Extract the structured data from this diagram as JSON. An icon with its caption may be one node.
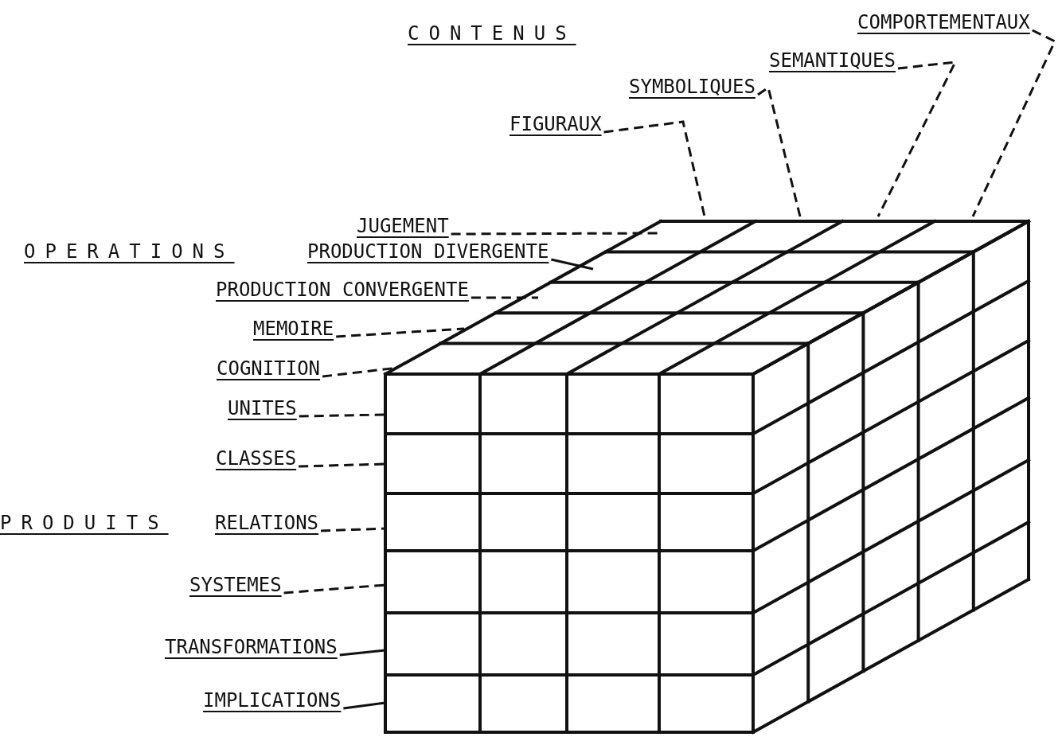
{
  "diagram": {
    "nodes": [
      {
        "text": [
          "COMPORTEMENTAUX"
        ]
      },
      {
        "text": [
          "SEMANTIQUES"
        ]
      },
      {
        "text": [
          "SYMBOLIQUES"
        ]
      },
      {
        "text": [
          "FIGURAUX"
        ]
      },
      {
        "text": [
          "JUGEMENT"
        ]
      },
      {
        "text": [
          "PRODUCTION DIVERGENTE"
        ]
      },
      {
        "text": [
          "PRODUCTION CONVERGENTE"
        ]
      },
      {
        "text": [
          "MEMOIRE"
        ]
      },
      {
        "text": [
          "COGNITION"
        ]
      },
      {
        "text": [
          "UNITES"
        ]
      },
      {
        "text": [
          "CLASSES"
        ]
      },
      {
        "text": [
          "RELATIONS"
        ]
      },
      {
        "text": [
          "SYSTEMES"
        ]
      },
      {
        "text": [
          "TRANSFORMATIONS"
        ]
      },
      {
        "text": [
          "IMPLICATIONS"
        ]
      }
    ],
    "edges": [
      {
        "from": 0,
        "to": null,
        "arrow": "none",
        "style": "dashed"
      },
      {
        "from": 1,
        "to": null,
        "arrow": "none",
        "style": "dashed"
      },
      {
        "from": 2,
        "to": null,
        "arrow": "none",
        "style": "dashed"
      },
      {
        "from": 3,
        "to": null,
        "arrow": "none",
        "style": "dashed"
      },
      {
        "from": 4,
        "to": null,
        "arrow": "none",
        "style": "dashed"
      },
      {
        "from": 5,
        "to": null,
        "arrow": "none"
      },
      {
        "from": 6,
        "to": null,
        "arrow": "none",
        "style": "dashed"
      },
      {
        "from": 7,
        "to": null,
        "arrow": "none",
        "style": "dashed"
      },
      {
        "from": 8,
        "to": null,
        "arrow": "none",
        "style": "dashed"
      },
      {
        "from": 9,
        "to": null,
        "arrow": "none",
        "style": "dashed"
      },
      {
        "from": 10,
        "to": null,
        "arrow": "none",
        "style": "dashed"
      },
      {
        "from": 11,
        "to": null,
        "arrow": "none",
        "style": "dashed"
      },
      {
        "from": 12,
        "to": null,
        "arrow": "none",
        "style": "dashed"
      },
      {
        "from": 13,
        "to": null,
        "arrow": "none"
      },
      {
        "from": 14,
        "to": null,
        "arrow": "none"
      }
    ],
    "labels": [
      "CONTENUS",
      "OPERATIONS",
      "PRODUITS"
    ]
  }
}
